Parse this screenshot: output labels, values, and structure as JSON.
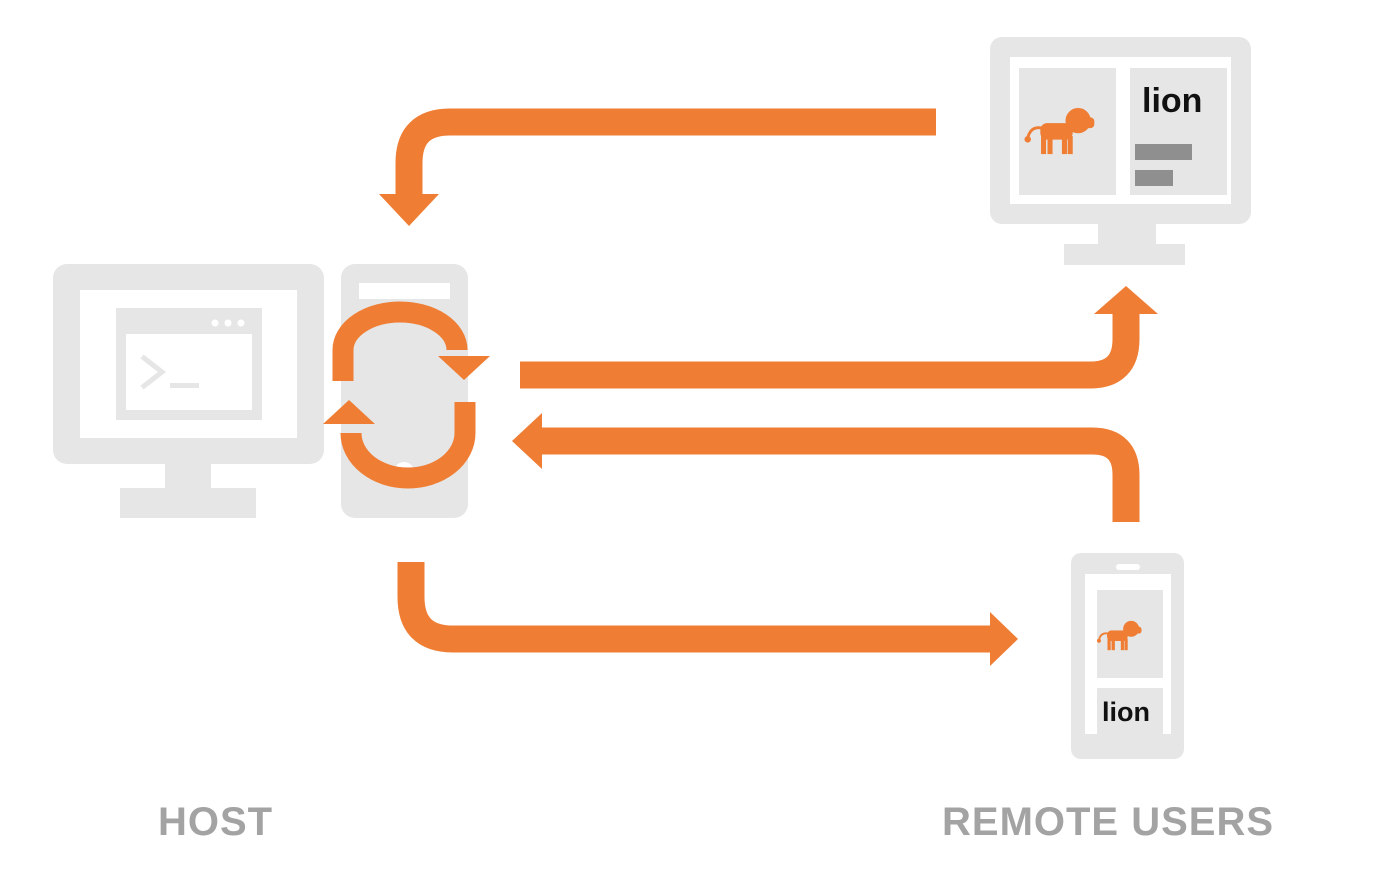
{
  "labels": {
    "host": "HOST",
    "remote_users": "REMOTE USERS"
  },
  "desktop_card": {
    "title": "lion"
  },
  "phone_card": {
    "title": "lion"
  },
  "icons": {
    "host_terminal": "terminal-icon",
    "sync": "sync-cycle-icon",
    "lion": "lion-icon"
  },
  "colors": {
    "accent": "#ef7d33",
    "device": "#e6e6e6",
    "screen": "#ffffff",
    "panel": "#e6e6e6",
    "bar": "#8f8f8f",
    "caption": "#a3a3a3"
  }
}
